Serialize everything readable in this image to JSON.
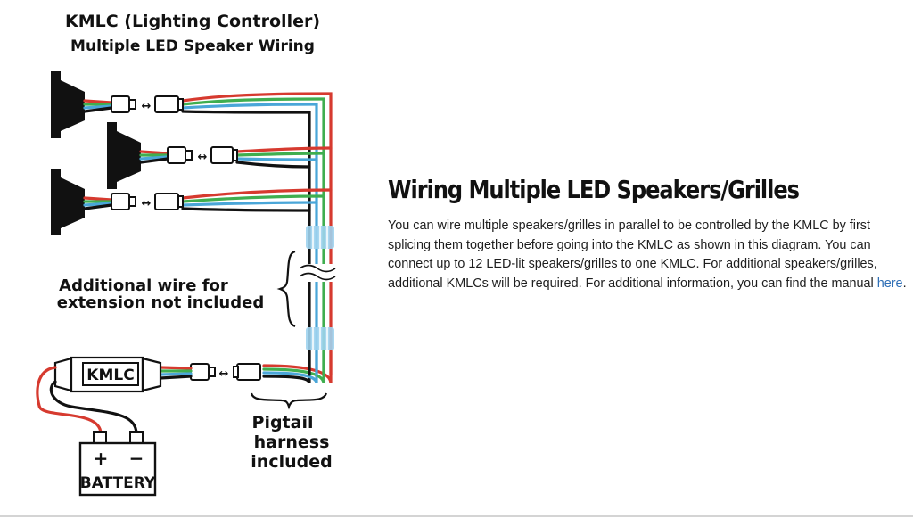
{
  "diagram": {
    "title_line1": "KMLC (Lighting Controller)",
    "title_line2": "Multiple LED Speaker Wiring",
    "note_line1": "Additional wire for",
    "note_line2": "extension not included",
    "controller_label": "KMLC",
    "pigtail_line1": "Pigtail",
    "pigtail_line2": "harness",
    "pigtail_line3": "included",
    "battery_plus": "+",
    "battery_minus": "−",
    "battery_label": "BATTERY",
    "connector_arrow": "↔",
    "wire_colors": {
      "red": "#d63a2f",
      "green": "#3fae4f",
      "blue": "#4aa6d8",
      "black": "#111111"
    }
  },
  "article": {
    "heading": "Wiring Multiple LED Speakers/Grilles",
    "body": "You can wire multiple speakers/grilles in parallel to be controlled by the KMLC by first splicing them together before going into the KMLC as shown in this diagram. You can connect up to 12 LED-lit speakers/grilles to one KMLC. For additional speakers/grilles, additional KMLCs will be required. For additional information, you can find the manual ",
    "link_text": "here",
    "trailing": ".",
    "link_color": "#2f6fb6"
  }
}
